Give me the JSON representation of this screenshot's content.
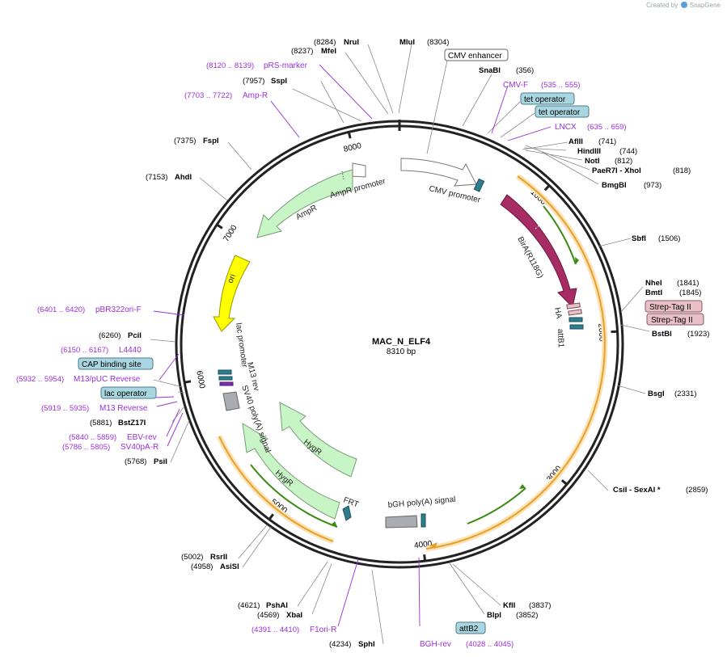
{
  "credit": {
    "prefix": "Created by",
    "brand": "SnapGene"
  },
  "plasmid": {
    "name": "MAC_N_ELF4",
    "size_label": "8310 bp",
    "length_bp": 8310
  },
  "colors": {
    "backbone": "#222222",
    "green": "#c8f5c5",
    "green_stroke": "#7a9a7a",
    "yellow": "#ffff00",
    "birA": "#a62c63",
    "purple": "#9a30d8",
    "orf_line": "#e6a02c",
    "orf_glow": "#fbe3b6",
    "arrow_green": "#3a8a10",
    "teal": "#2f7e8f",
    "grey": "#a9acb0",
    "pink_box": "#e8c0c8",
    "blue_box": "#a9d6e0"
  },
  "ticks": [
    {
      "bp": 1000,
      "label": "1000"
    },
    {
      "bp": 2000,
      "label": "2000"
    },
    {
      "bp": 3000,
      "label": "3000"
    },
    {
      "bp": 4000,
      "label": "4000"
    },
    {
      "bp": 5000,
      "label": "5000"
    },
    {
      "bp": 6000,
      "label": "6000"
    },
    {
      "bp": 7000,
      "label": "7000"
    },
    {
      "bp": 8000,
      "label": "8000"
    }
  ],
  "features": [
    {
      "name": "CMV promoter",
      "start": 8304,
      "end": 580,
      "kind": "white"
    },
    {
      "name": "BirA(R118G)",
      "start": 1040,
      "end": 1860,
      "kind": "birA"
    },
    {
      "name": "HA",
      "kind": "label"
    },
    {
      "name": "attB1",
      "kind": "label"
    },
    {
      "name": "bGH poly(A) signal",
      "kind": "label"
    },
    {
      "name": "FRT",
      "kind": "label"
    },
    {
      "name": "HygR",
      "kind": "green"
    },
    {
      "name": "SV40 poly(A) signal",
      "kind": "label"
    },
    {
      "name": "M13 rev",
      "kind": "label"
    },
    {
      "name": "lac promoter",
      "kind": "label"
    },
    {
      "name": "ori",
      "kind": "yellow"
    },
    {
      "name": "AmpR",
      "kind": "green"
    },
    {
      "name": "AmpR promoter",
      "kind": "white"
    }
  ],
  "site_labels": [
    {
      "text": "(8284)",
      "name": "NruI"
    },
    {
      "text": "(8304)",
      "name": "MluI"
    },
    {
      "text": "(8237)",
      "name": "MfeI"
    },
    {
      "text": "(8120 .. 8139)",
      "name": "pRS-marker"
    },
    {
      "text": "(7957)",
      "name": "SspI"
    },
    {
      "text": "(7703 .. 7722)",
      "name": "Amp-R"
    },
    {
      "text": "(7375)",
      "name": "FspI"
    },
    {
      "text": "(7153)",
      "name": "AhdI"
    },
    {
      "text": "(6401 .. 6420)",
      "name": "pBR322ori-F"
    },
    {
      "text": "(6260)",
      "name": "PciI"
    },
    {
      "text": "(6150 .. 6167)",
      "name": "L4440"
    },
    {
      "text": "(5932 .. 5954)",
      "name": "M13/pUC Reverse"
    },
    {
      "text": "(5919 .. 5935)",
      "name": "M13 Reverse"
    },
    {
      "text": "(5881)",
      "name": "BstZ17I"
    },
    {
      "text": "(5840 .. 5859)",
      "name": "EBV-rev"
    },
    {
      "text": "(5786 .. 5805)",
      "name": "SV40pA-R"
    },
    {
      "text": "(5768)",
      "name": "PsiI"
    },
    {
      "text": "(5002)",
      "name": "RsrII"
    },
    {
      "text": "(4958)",
      "name": "AsiSI"
    },
    {
      "text": "(4621)",
      "name": "PshAI"
    },
    {
      "text": "(4569)",
      "name": "XbaI"
    },
    {
      "text": "(4391 .. 4410)",
      "name": "F1ori-R"
    },
    {
      "text": "(4234)",
      "name": "SphI"
    },
    {
      "text": "(4028 .. 4045)",
      "name": "BGH-rev"
    },
    {
      "text": "(3837)",
      "name": "KflI"
    },
    {
      "text": "(3852)",
      "name": "BlpI"
    },
    {
      "text": "(2859)",
      "name": "CsiI - SexAI *"
    },
    {
      "text": "(2331)",
      "name": "BsgI"
    },
    {
      "text": "(1923)",
      "name": "BstBI"
    },
    {
      "text": "(1845)",
      "name": "BmtI"
    },
    {
      "text": "(1841)",
      "name": "NheI"
    },
    {
      "text": "(1506)",
      "name": "SbfI"
    },
    {
      "text": "(973)",
      "name": "BmgBI"
    },
    {
      "text": "(818)",
      "name": "PaeR7I - XhoI"
    },
    {
      "text": "(812)",
      "name": "NotI"
    },
    {
      "text": "(744)",
      "name": "HindIII"
    },
    {
      "text": "(741)",
      "name": "AflII"
    },
    {
      "text": "(635 .. 659)",
      "name": "LNCX"
    },
    {
      "text": "(535 .. 555)",
      "name": "CMV-F"
    },
    {
      "text": "(356)",
      "name": "SnaBI"
    }
  ],
  "boxed_labels": {
    "cmv_enhancer": "CMV enhancer",
    "tet_operator_1": "tet operator",
    "tet_operator_2": "tet operator",
    "strep_tag_1": "Strep-Tag II",
    "strep_tag_2": "Strep-Tag II",
    "cap_binding_site": "CAP binding site",
    "lac_operator": "lac operator",
    "attB2": "attB2"
  }
}
